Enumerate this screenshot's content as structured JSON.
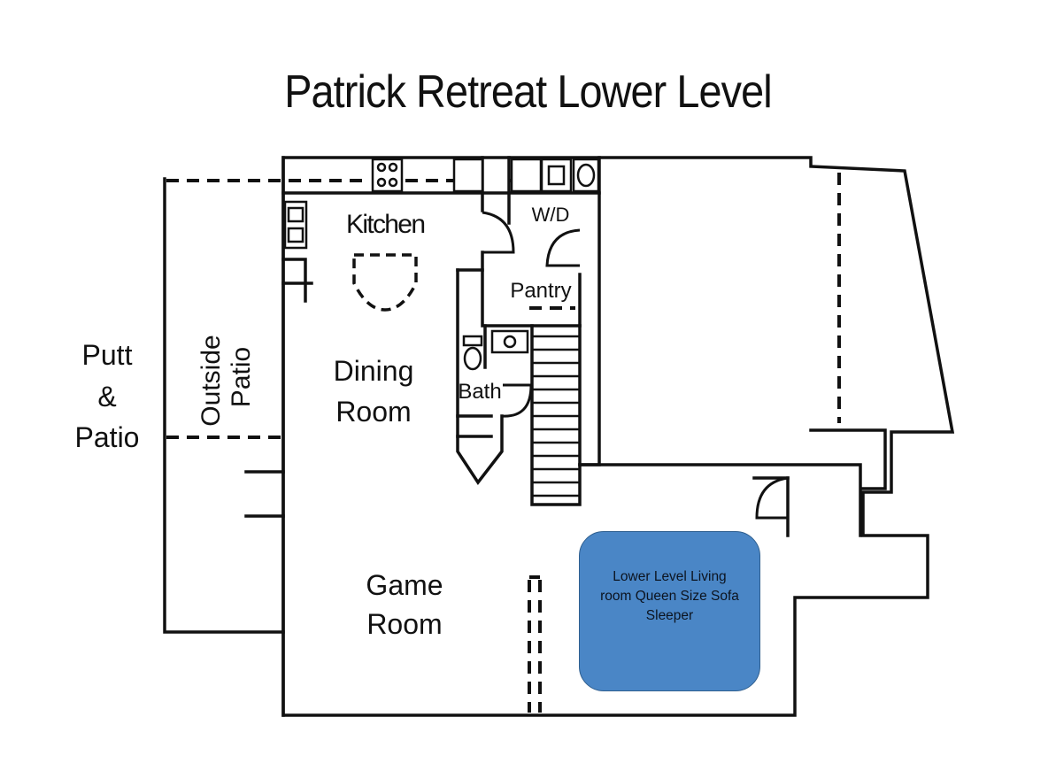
{
  "title": "Patrick Retreat Lower Level",
  "rooms": {
    "kitchen": "Kitchen",
    "wd": "W/D",
    "pantry": "Pantry",
    "bath": "Bath",
    "dining": [
      "Dining",
      "Room"
    ],
    "outside_patio": [
      "Outside",
      "Patio"
    ],
    "putt_patio": [
      "Putt",
      "&",
      "Patio"
    ],
    "game_room": [
      "Game",
      "Room"
    ]
  },
  "callout": {
    "text": "Lower Level Living room Queen Size Sofa Sleeper",
    "fill": "#4a86c6",
    "border": "#2f5f8f"
  },
  "colors": {
    "line": "#111111",
    "background": "#ffffff"
  }
}
